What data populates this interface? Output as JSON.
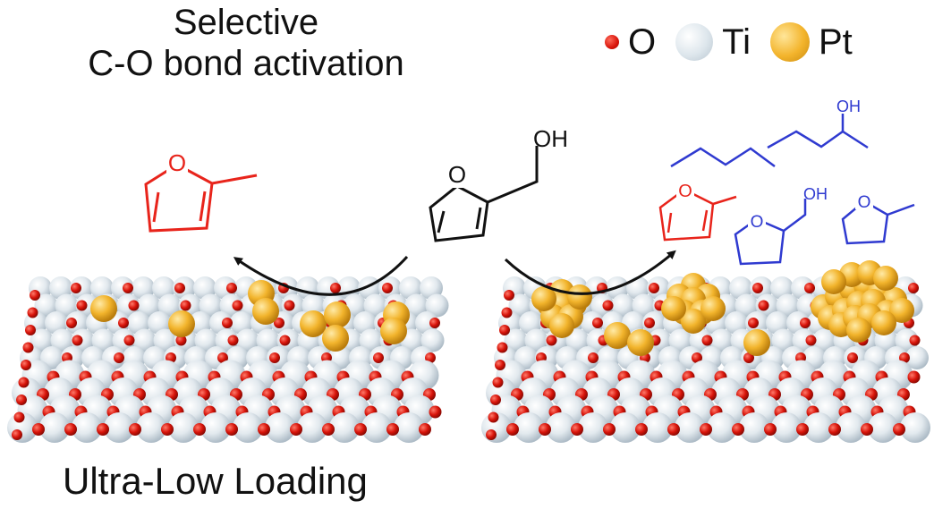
{
  "title": {
    "line1": "Selective",
    "line2": "C-O bond activation"
  },
  "legend": [
    {
      "symbol": "O",
      "color": "#e0190f"
    },
    {
      "symbol": "Ti",
      "color": "#e4ebf0"
    },
    {
      "symbol": "Pt",
      "color": "#f2b22b"
    }
  ],
  "footer": "Ultra-Low Loading",
  "molecules": {
    "reactant_label": "OH",
    "product_selective_label": "O",
    "products_label_oh": "OH"
  },
  "colors": {
    "selective": "#e8241b",
    "byproduct": "#2f3ad0",
    "reactant": "#111111"
  }
}
